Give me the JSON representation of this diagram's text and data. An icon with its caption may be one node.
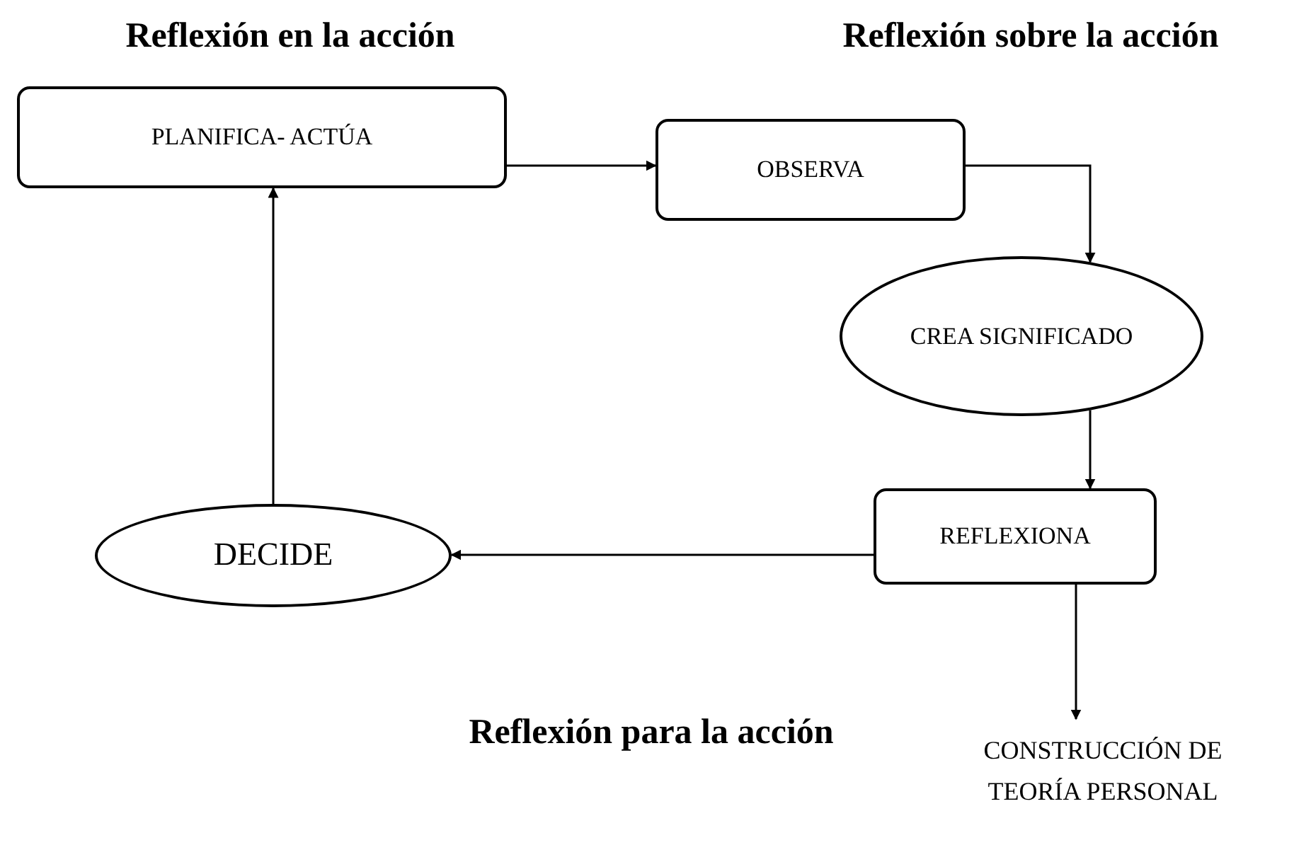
{
  "diagram": {
    "nodes": [
      {
        "text": [
          "PLANIFICA- ACTÚA"
        ]
      },
      {
        "text": [
          "OBSERVA"
        ]
      },
      {
        "text": [
          "CREA SIGNIFICADO"
        ]
      },
      {
        "text": [
          "REFLEXIONA"
        ]
      },
      {
        "text": [
          "DECIDE"
        ]
      },
      {
        "text": [
          "CONSTRUCCIÓN DE TEORÍA PERSONAL"
        ]
      }
    ],
    "edges": [
      {
        "from": 0,
        "to": 1,
        "arrow": "to"
      },
      {
        "from": 1,
        "to": 2,
        "arrow": "to"
      },
      {
        "from": 2,
        "to": 3,
        "arrow": "to"
      },
      {
        "from": 3,
        "to": 4,
        "arrow": "to"
      },
      {
        "from": 4,
        "to": 0,
        "arrow": "to"
      },
      {
        "from": 3,
        "to": 5,
        "arrow": "to"
      }
    ],
    "labels": [
      "Reflexión en la acción",
      "Reflexión sobre la acción",
      "Reflexión para la acción"
    ]
  }
}
